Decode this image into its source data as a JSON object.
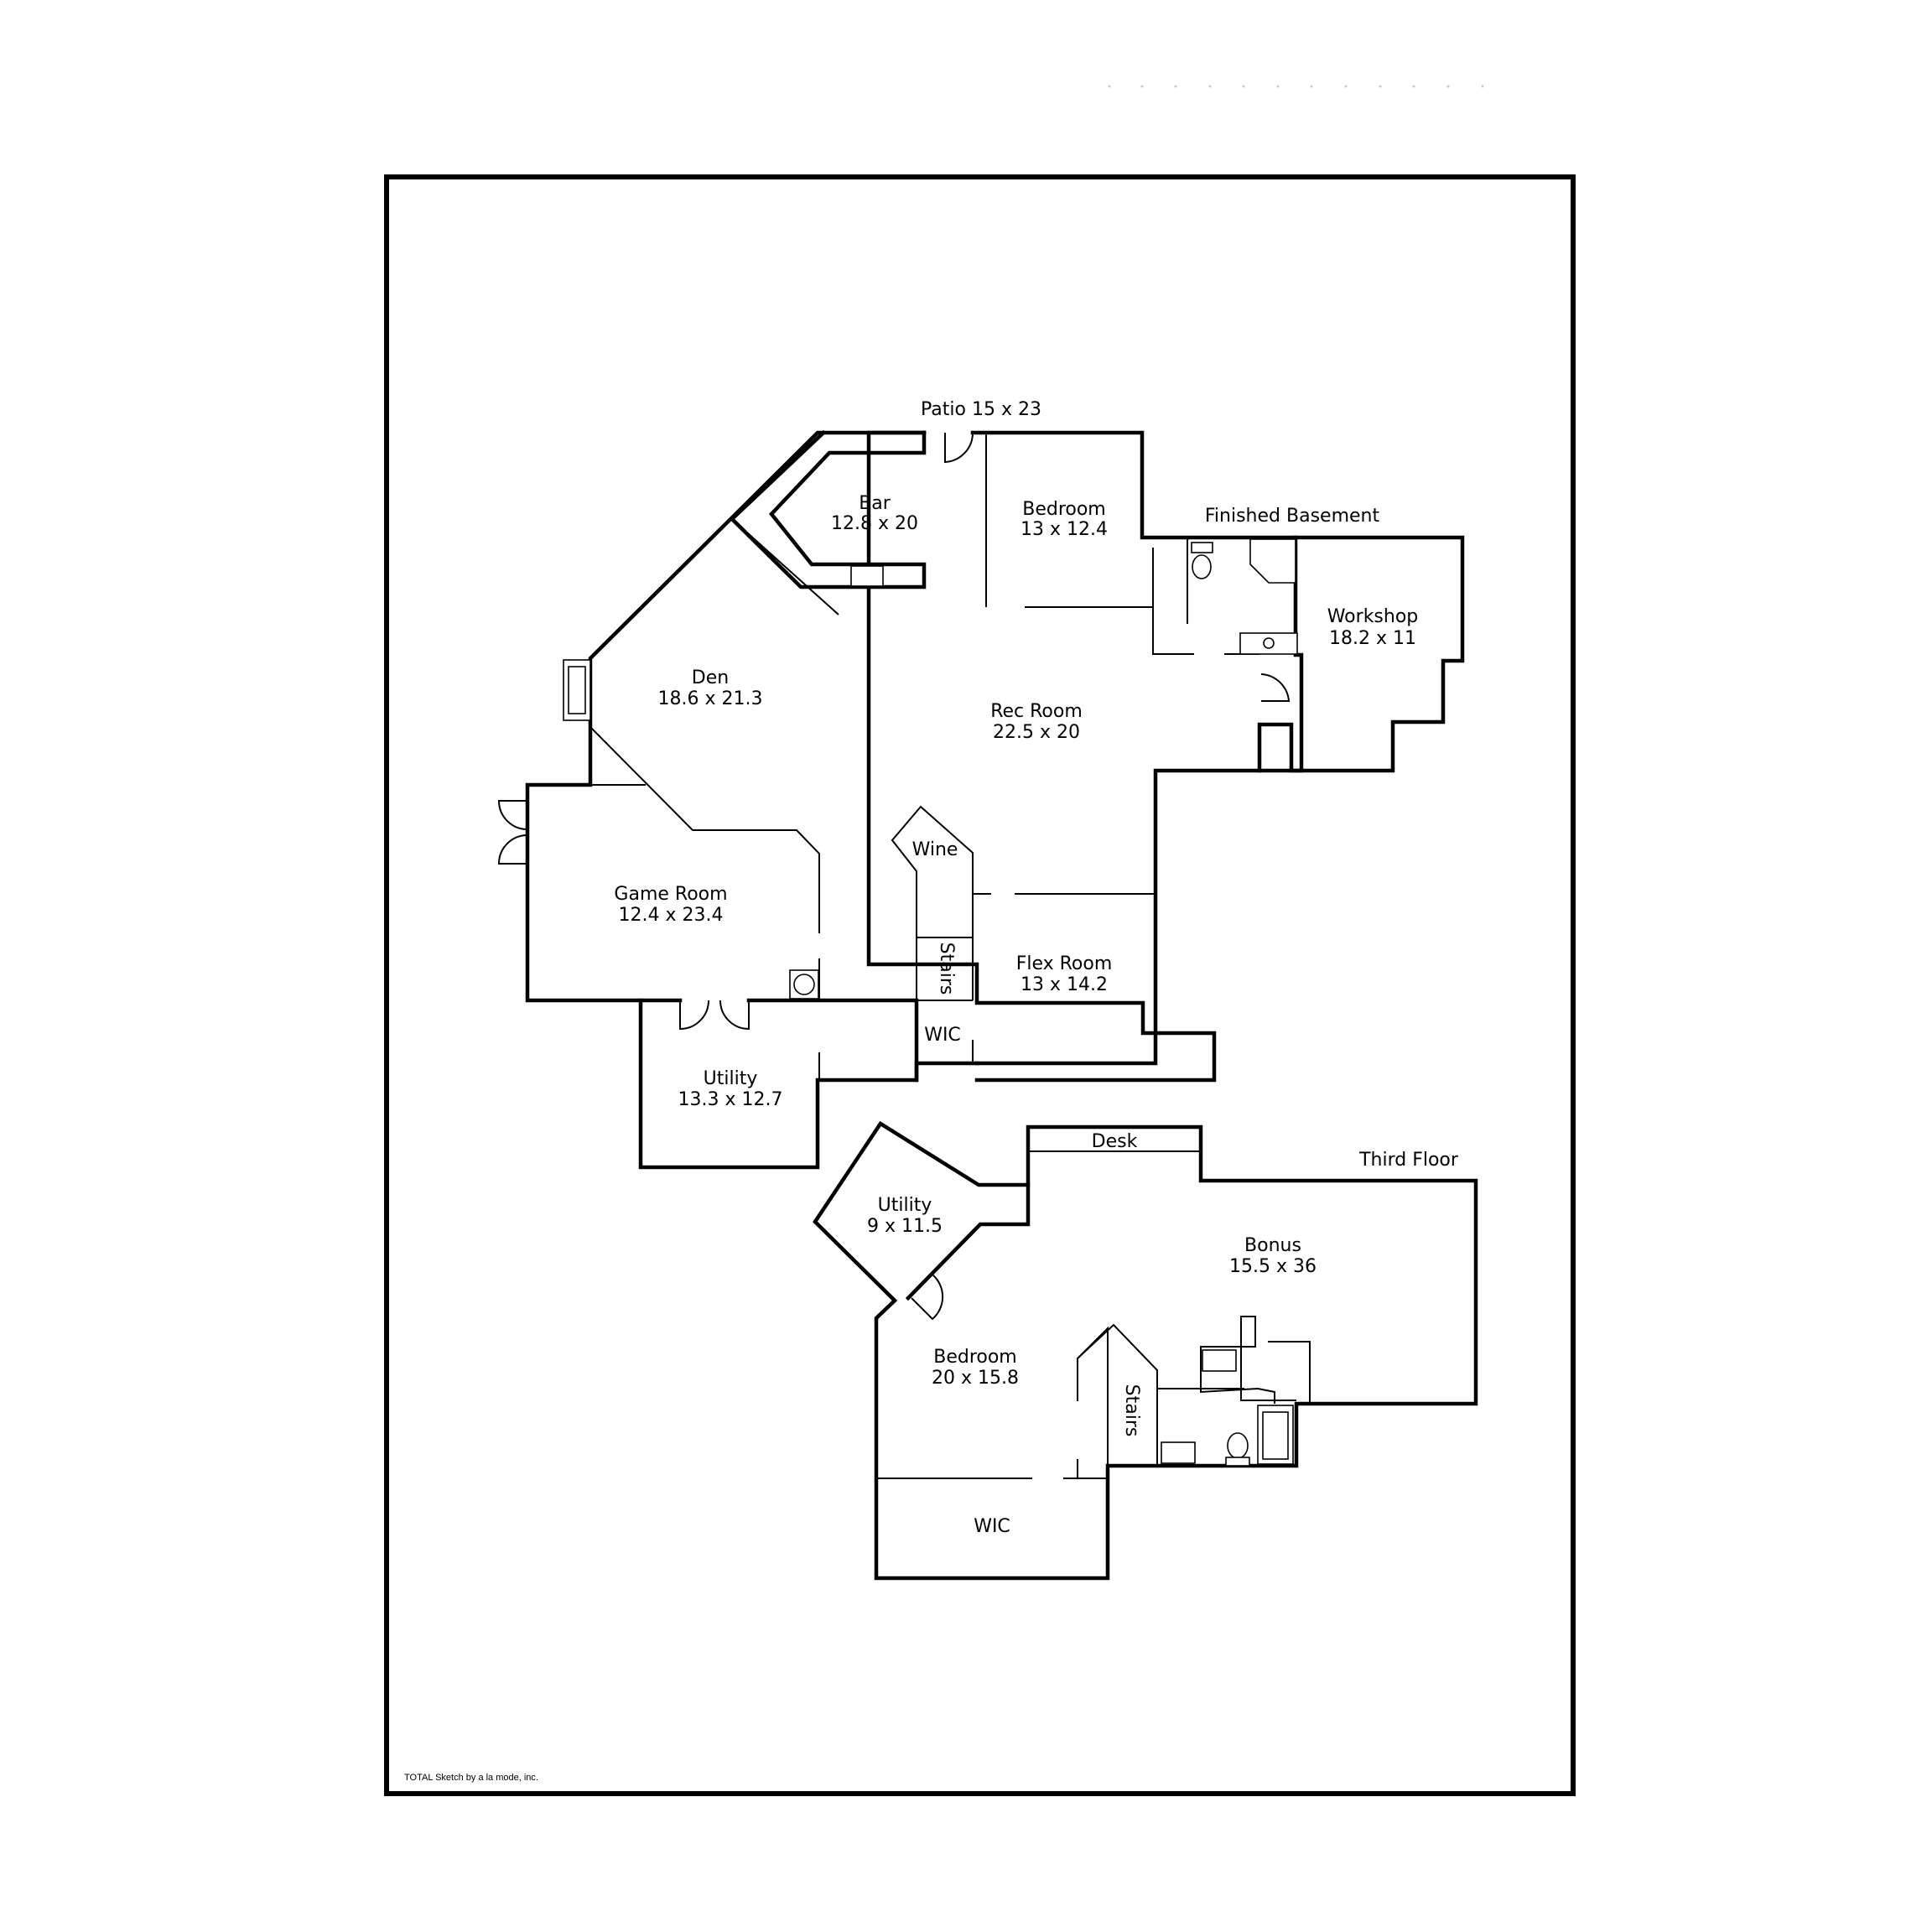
{
  "floors": {
    "basement_label": "Finished Basement",
    "third_floor_label": "Third Floor"
  },
  "rooms": {
    "patio": "Patio 15 x 23",
    "bar_name": "Bar",
    "bar_dims": "12.8 x 20",
    "bedroom_basement_name": "Bedroom",
    "bedroom_basement_dims": "13 x 12.4",
    "workshop_name": "Workshop",
    "workshop_dims": "18.2 x 11",
    "den_name": "Den",
    "den_dims": "18.6 x 21.3",
    "rec_name": "Rec Room",
    "rec_dims": "22.5 x 20",
    "wine": "Wine",
    "game_name": "Game Room",
    "game_dims": "12.4 x 23.4",
    "stairs_basement": "Stairs",
    "flex_name": "Flex Room",
    "flex_dims": "13 x 14.2",
    "wic_basement": "WIC",
    "utility_basement_name": "Utility",
    "utility_basement_dims": "13.3 x 12.7",
    "desk": "Desk",
    "utility_upper_name": "Utility",
    "utility_upper_dims": "9 x 11.5",
    "bonus_name": "Bonus",
    "bonus_dims": "15.5 x 36",
    "bedroom_upper_name": "Bedroom",
    "bedroom_upper_dims": "20 x 15.8",
    "stairs_upper": "Stairs",
    "wic_upper": "WIC"
  },
  "credit": "TOTAL Sketch by a la mode, inc."
}
